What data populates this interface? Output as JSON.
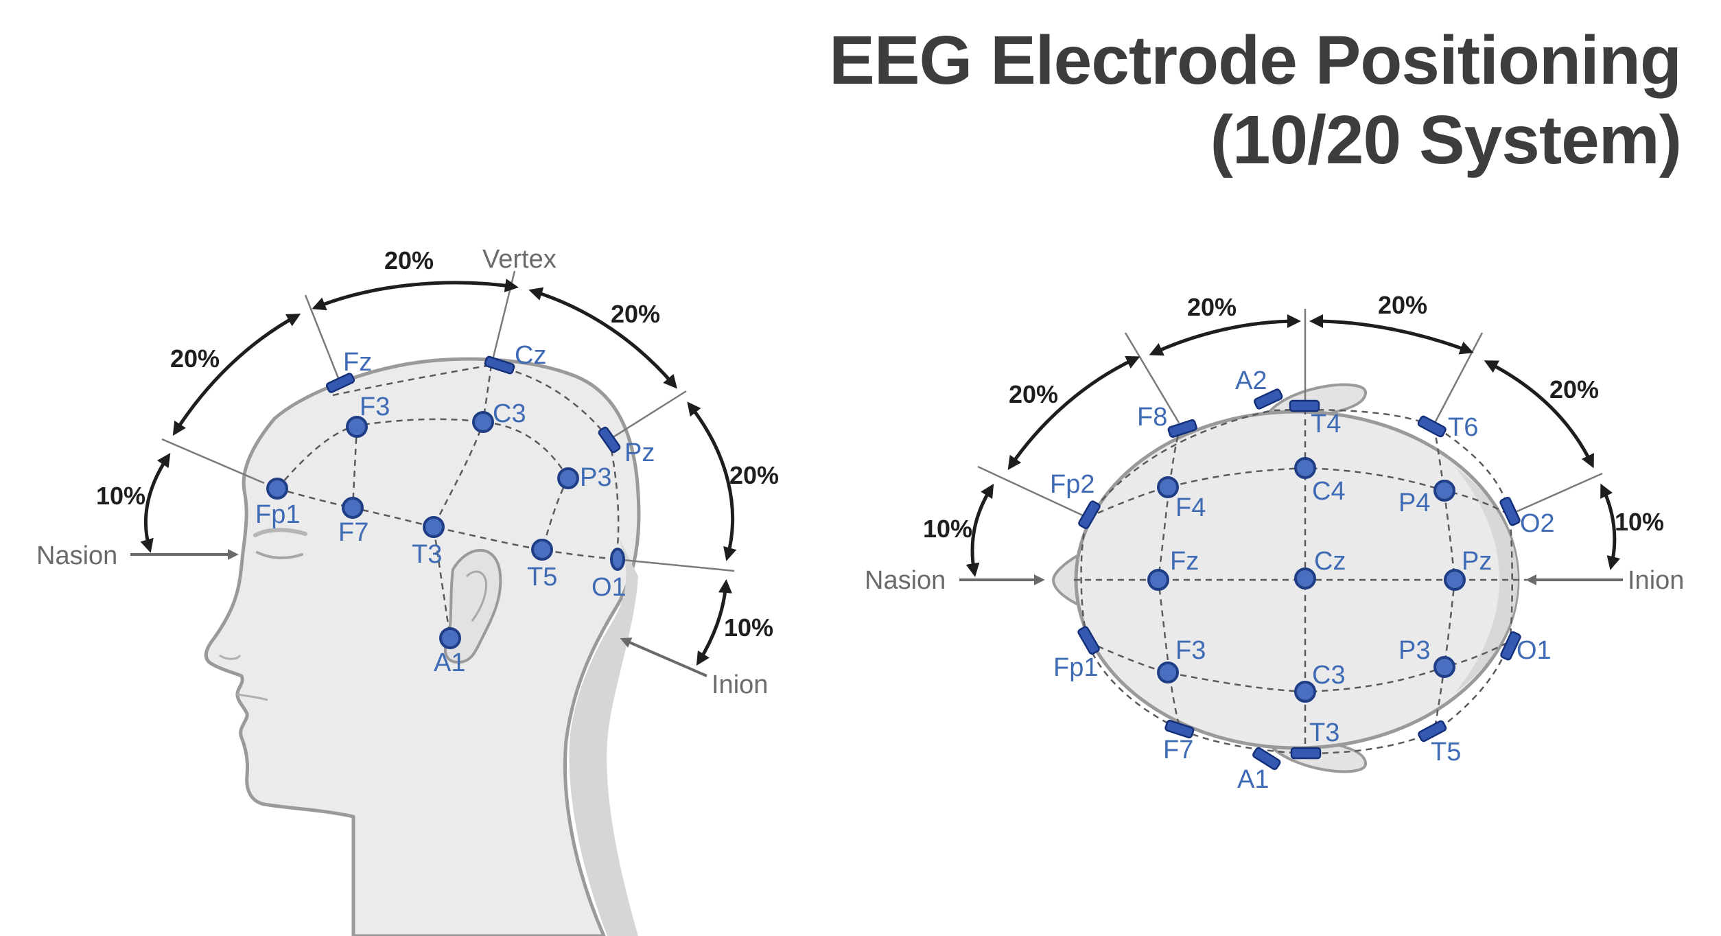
{
  "title": {
    "line1": "EEG Electrode Positioning",
    "line2": "(10/20 System)"
  },
  "side_view": {
    "landmarks": {
      "vertex": "Vertex",
      "nasion": "Nasion",
      "inion": "Inion"
    },
    "percentages": {
      "p1": "10%",
      "p2": "20%",
      "p3": "20%",
      "p4": "20%",
      "p5": "20%",
      "p6": "10%"
    },
    "electrodes": {
      "Fp1": "Fp1",
      "F7": "F7",
      "F3": "F3",
      "Fz": "Fz",
      "C3": "C3",
      "Cz": "Cz",
      "T3": "T3",
      "T5": "T5",
      "P3": "P3",
      "Pz": "Pz",
      "O1": "O1",
      "A1": "A1"
    }
  },
  "top_view": {
    "landmarks": {
      "nasion": "Nasion",
      "inion": "Inion"
    },
    "percentages": {
      "p1": "10%",
      "p2": "20%",
      "p3": "20%",
      "p4": "20%",
      "p5": "20%",
      "p6": "10%"
    },
    "electrodes": {
      "F8": "F8",
      "A2": "A2",
      "T4": "T4",
      "T6": "T6",
      "Fp2": "Fp2",
      "F4": "F4",
      "C4": "C4",
      "P4": "P4",
      "O2": "O2",
      "Fz": "Fz",
      "Cz": "Cz",
      "Pz": "Pz",
      "F3": "F3",
      "C3": "C3",
      "P3": "P3",
      "Fp1": "Fp1",
      "O1": "O1",
      "F7": "F7",
      "T3": "T3",
      "T5": "T5",
      "A1": "A1"
    }
  },
  "colors": {
    "electrode": "#4a6fc0",
    "electrode_stroke": "#1f3e86",
    "label": "#3f6bb5",
    "skin": "#eaeaea",
    "outline": "#9a9a9a",
    "title": "#3d3d3d"
  }
}
